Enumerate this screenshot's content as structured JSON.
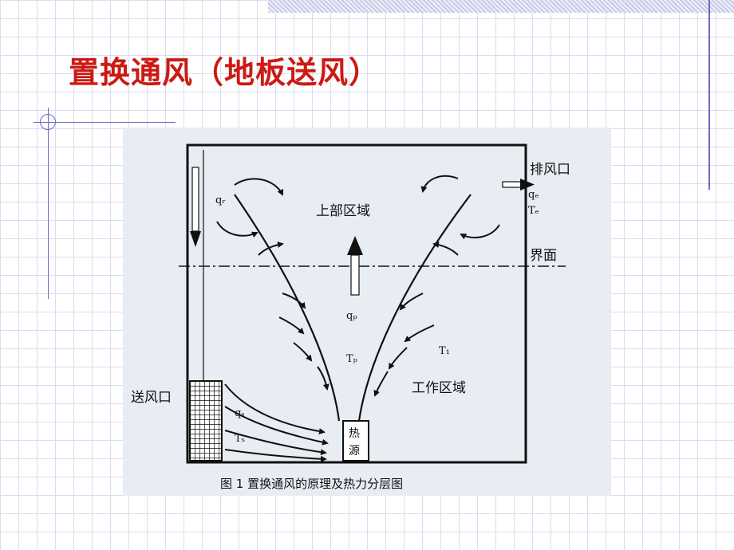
{
  "slide": {
    "title": "置换通风（地板送风）"
  },
  "figure": {
    "caption": "图 1  置换通风的原理及热力分层图",
    "labels": {
      "exhaust": "排风口",
      "qe": "qₑ",
      "te": "Tₑ",
      "interface": "界面",
      "upper_zone": "上部区域",
      "qr": "qᵣ",
      "qp": "qₚ",
      "tp": "Tₚ",
      "t1": "T₁",
      "work_zone": "工作区域",
      "supply": "送风口",
      "qs": "qₛ",
      "ts": "Tₛ",
      "heat_source_line1": "热",
      "heat_source_line2": "源"
    }
  },
  "colors": {
    "title": "#cc1a14",
    "grid": "#dcdcf0",
    "accent": "#6a6ac8"
  }
}
